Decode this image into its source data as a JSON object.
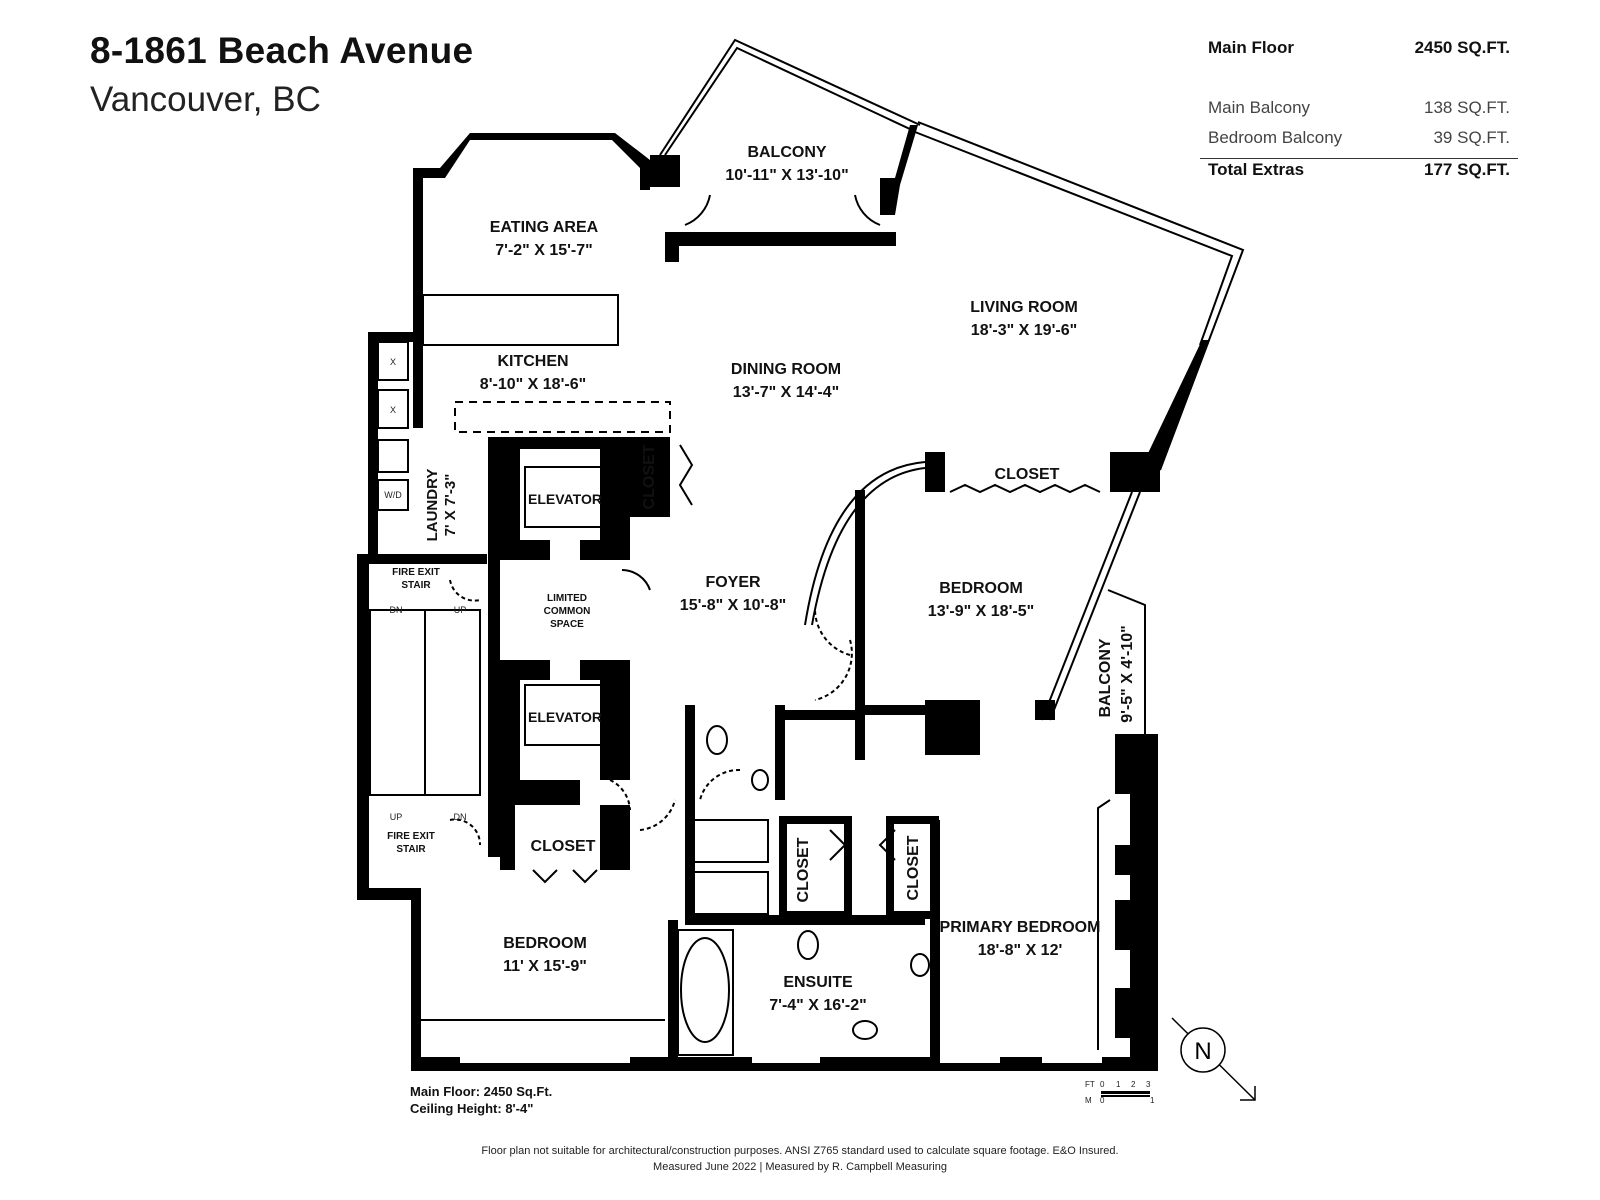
{
  "header": {
    "title": "8-1861 Beach Avenue",
    "subtitle": "Vancouver, BC"
  },
  "area_table": {
    "main_floor": {
      "label": "Main Floor",
      "value": "2450 SQ.FT."
    },
    "main_balcony": {
      "label": "Main Balcony",
      "value": "138 SQ.FT."
    },
    "bedroom_balcony": {
      "label": "Bedroom Balcony",
      "value": "39 SQ.FT."
    },
    "total_extras": {
      "label": "Total Extras",
      "value": "177 SQ.FT."
    }
  },
  "rooms": {
    "balcony": {
      "name": "BALCONY",
      "dims": "10'-11\" X 13'-10\""
    },
    "eating_area": {
      "name": "EATING AREA",
      "dims": "7'-2\" X 15'-7\""
    },
    "living_room": {
      "name": "LIVING ROOM",
      "dims": "18'-3\" X 19'-6\""
    },
    "kitchen": {
      "name": "KITCHEN",
      "dims": "8'-10\" X 18'-6\""
    },
    "dining_room": {
      "name": "DINING ROOM",
      "dims": "13'-7\" X 14'-4\""
    },
    "closet_dining": {
      "name": "CLOSET"
    },
    "closet_bedroom": {
      "name": "CLOSET"
    },
    "laundry": {
      "name": "LAUNDRY",
      "dims": "7' X 7'-3\""
    },
    "elevator_top": {
      "name": "ELEVATOR"
    },
    "elevator_bottom": {
      "name": "ELEVATOR"
    },
    "foyer": {
      "name": "FOYER",
      "dims": "15'-8\" X 10'-8\""
    },
    "bedroom_east": {
      "name": "BEDROOM",
      "dims": "13'-9\" X 18'-5\""
    },
    "limited_common": {
      "line1": "LIMITED",
      "line2": "COMMON",
      "line3": "SPACE"
    },
    "fire_exit_top": {
      "line1": "FIRE EXIT",
      "line2": "STAIR"
    },
    "fire_exit_bottom": {
      "line1": "FIRE EXIT",
      "line2": "STAIR"
    },
    "balcony_bedroom": {
      "name": "BALCONY",
      "dims": "9'-5\" X 4'-10\""
    },
    "closet_hall": {
      "name": "CLOSET"
    },
    "closet_walk_left": {
      "name": "CLOSET"
    },
    "closet_walk_right": {
      "name": "CLOSET"
    },
    "bedroom_south": {
      "name": "BEDROOM",
      "dims": "11' X 15'-9\""
    },
    "ensuite": {
      "name": "ENSUITE",
      "dims": "7'-4\" X 16'-2\""
    },
    "primary_bedroom": {
      "name": "PRIMARY BEDROOM",
      "dims": "18'-8\" X 12'"
    }
  },
  "stair_labels": {
    "dn": "DN",
    "up": "UP"
  },
  "appliance_labels": {
    "x": "X",
    "wd": "W/D"
  },
  "compass": {
    "letter": "N"
  },
  "scale": {
    "ft_label": "FT",
    "m_label": "M",
    "ft_ticks": [
      "0",
      "1",
      "2",
      "3"
    ],
    "m_ticks": [
      "0",
      "1"
    ]
  },
  "footer": {
    "main_floor": "Main Floor: 2450 Sq.Ft.",
    "ceiling": "Ceiling Height: 8'-4\"",
    "disclaimer": "Floor plan not suitable for architectural/construction purposes. ANSI Z765 standard used to calculate square footage. E&O Insured.",
    "measured": "Measured June 2022 | Measured by R. Campbell Measuring"
  }
}
